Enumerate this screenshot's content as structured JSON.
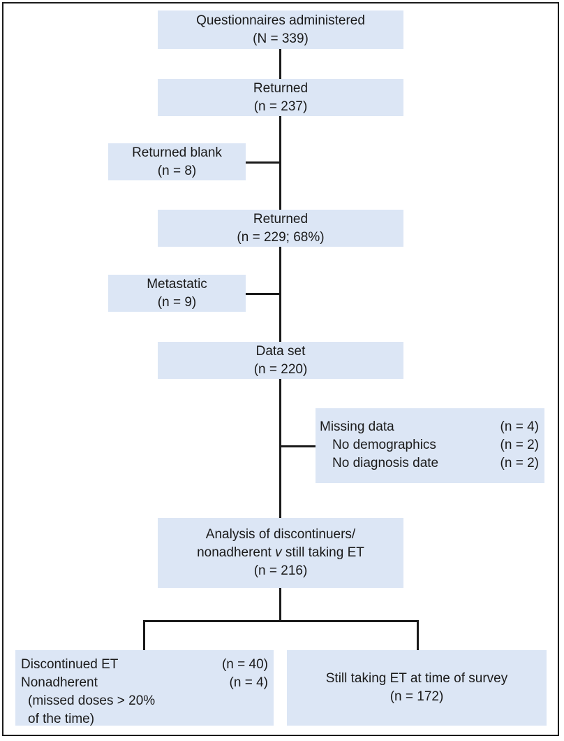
{
  "boxes": {
    "administered": {
      "label": "Questionnaires administered",
      "count": "(N = 339)"
    },
    "returned": {
      "label": "Returned",
      "count": "(n = 237)"
    },
    "returned_blank": {
      "label": "Returned blank",
      "count": "(n = 8)"
    },
    "returned_valid": {
      "label": "Returned",
      "count": "(n = 229; 68%)"
    },
    "metastatic": {
      "label": "Metastatic",
      "count": "(n = 9)"
    },
    "data_set": {
      "label": "Data set",
      "count": "(n = 220)"
    },
    "missing": {
      "rows": [
        {
          "label": "Missing data",
          "count": "(n = 4)"
        },
        {
          "label": "No demographics",
          "count": "(n = 2)"
        },
        {
          "label": "No diagnosis date",
          "count": "(n = 2)"
        }
      ]
    },
    "analysis": {
      "line1": "Analysis of discontinuers/",
      "line2_pre": "nonadherent ",
      "line2_ital": "v",
      "line2_post": " still taking ET",
      "count": "(n = 216)"
    },
    "discontinued": {
      "row1_label": "Discontinued ET",
      "row1_count": "(n = 40)",
      "row2_label": "Nonadherent",
      "row2_count": "(n = 4)",
      "note1": "(missed doses > 20%",
      "note2": "of the time)"
    },
    "still_taking": {
      "label": "Still taking ET at time of survey",
      "count": "(n = 172)"
    }
  }
}
